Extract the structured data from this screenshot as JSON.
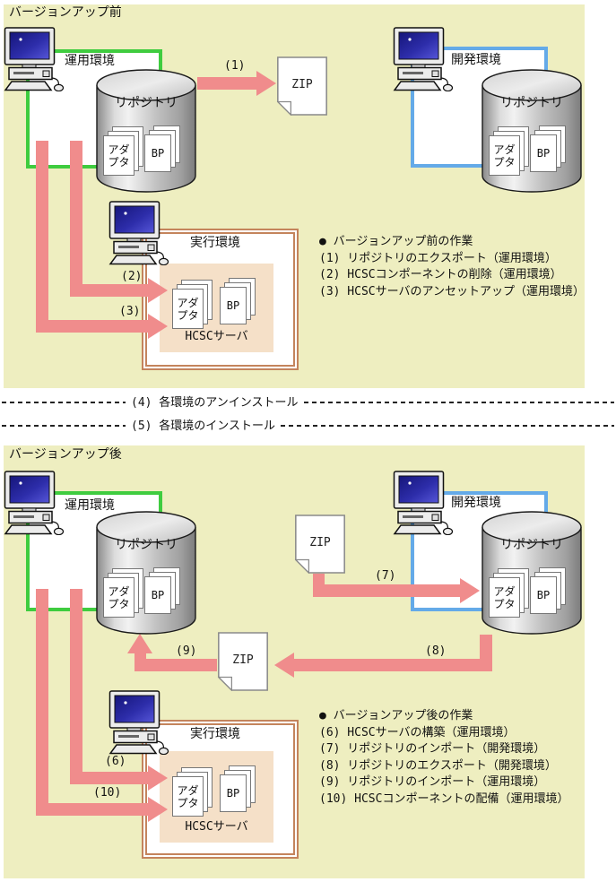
{
  "colors": {
    "panel_bg": "#EEEEC0",
    "ops_border": "#3FCC3F",
    "dev_border": "#64AAE8",
    "exec_border": "#C4845C",
    "exec_inner_bg": "#F5E0C8",
    "arrow_pink": "#F08C8C"
  },
  "labels": {
    "repository": "リポジトリ",
    "adapter_line1": "アダ",
    "adapter_line2": "プタ",
    "bp": "BP",
    "zip": "ZIP",
    "hcsc_server": "HCSCサーバ",
    "ops_env": "運用環境",
    "dev_env": "開発環境",
    "exec_env": "実行環境"
  },
  "before": {
    "title": "バージョンアップ前",
    "arrows": {
      "a1": "(1)",
      "a2": "(2)",
      "a3": "(3)"
    },
    "tasks": {
      "heading": "● バージョンアップ前の作業",
      "items": [
        "(1) リポジトリのエクスポート（運用環境）",
        "(2) HCSCコンポーネントの削除（運用環境）",
        "(3) HCSCサーバのアンセットアップ（運用環境）"
      ]
    }
  },
  "divider": {
    "line1": "(4) 各環境のアンインストール",
    "line2": "(5) 各環境のインストール"
  },
  "after": {
    "title": "バージョンアップ後",
    "arrows": {
      "a6": "(6)",
      "a7": "(7)",
      "a8": "(8)",
      "a9": "(9)",
      "a10": "(10)"
    },
    "tasks": {
      "heading": "● バージョンアップ後の作業",
      "items": [
        "(6) HCSCサーバの構築（運用環境）",
        "(7) リポジトリのインポート（開発環境）",
        "(8) リポジトリのエクスポート（開発環境）",
        "(9) リポジトリのインポート（運用環境）",
        "(10) HCSCコンポーネントの配備（運用環境）"
      ]
    }
  }
}
